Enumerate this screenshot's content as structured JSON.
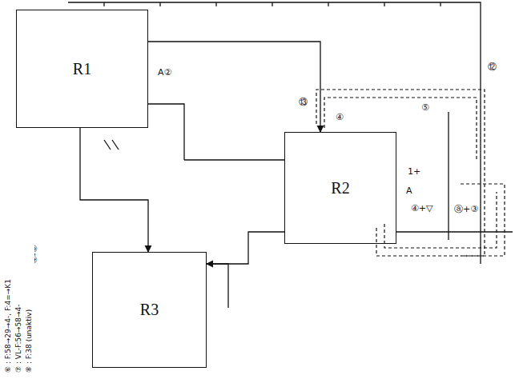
{
  "diagram": {
    "nodes": [
      {
        "text": [
          "R1"
        ]
      },
      {
        "text": [
          "R2"
        ]
      },
      {
        "text": [
          "R3"
        ]
      }
    ],
    "edges": [
      {
        "from": 0,
        "to": 1,
        "arrow": "to"
      },
      {
        "from": 0,
        "to": 2,
        "arrow": "to"
      },
      {
        "from": 1,
        "to": 2,
        "arrow": "to"
      }
    ],
    "labels": [
      "A②",
      "⑬",
      "④",
      "⑫",
      "⑤",
      "1+",
      "A",
      "④+▽",
      "ⓐ+③",
      "④-⑥",
      "⑥ : F:58→29→4-, F:4=→K1",
      "⑦ : VL-F:56→58→4-",
      "⑧ : F:38 (unaktiv)"
    ]
  }
}
